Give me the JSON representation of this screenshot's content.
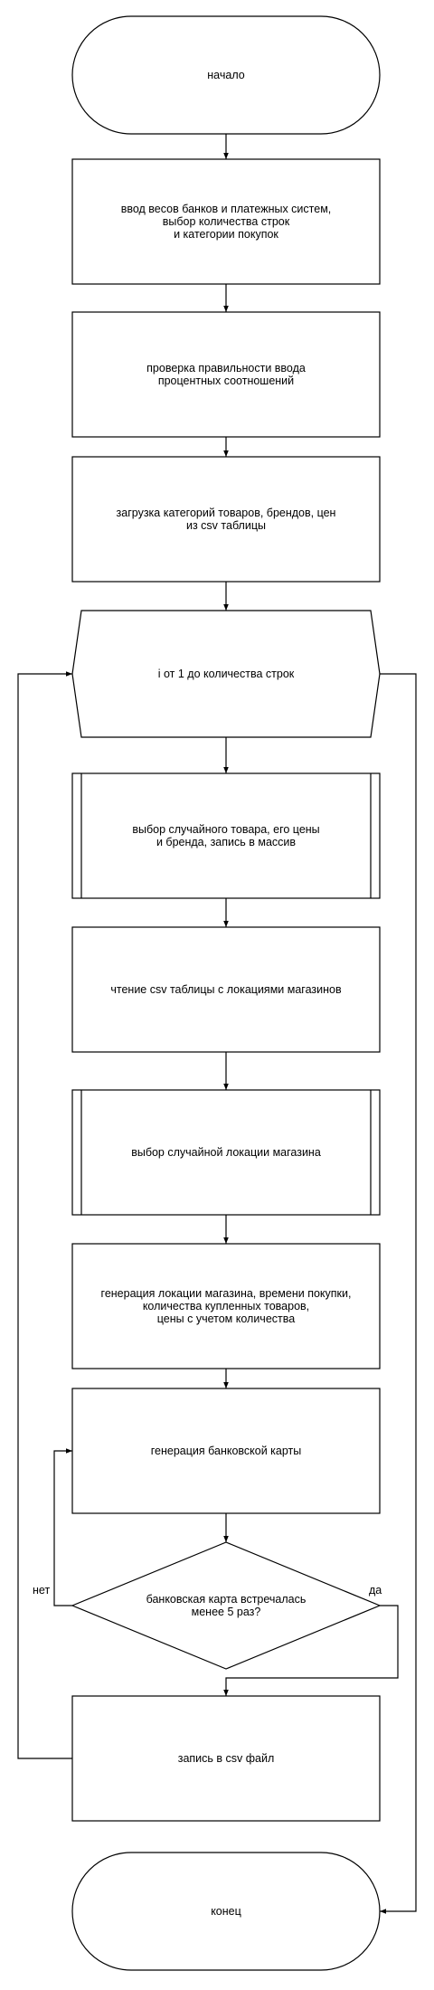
{
  "nodes": {
    "start": "начало",
    "input": "ввод весов банков и платежных систем,\nвыбор количества строк\nи категории покупок",
    "check": "проверка правильности ввода\nпроцентных соотношений",
    "load": "загрузка категорий товаров, брендов, цен\nиз csv таблицы",
    "loop": "i от 1 до количества строк",
    "pick_product": "выбор случайного товара, его цены\nи бренда, запись в массив",
    "read_locations": "чтение csv таблицы с локациями магазинов",
    "pick_location": "выбор случайной локации магазина",
    "generate": "генерация локации магазина, времени покупки,\nколичества купленных товаров,\nцены с учетом количества",
    "gen_card": "генерация банковской карты",
    "decision": "банковская карта встречалась\nменее 5 раз?",
    "write": "запись в csv файл",
    "end": "конец"
  },
  "edge_labels": {
    "no": "нет",
    "yes": "да"
  }
}
